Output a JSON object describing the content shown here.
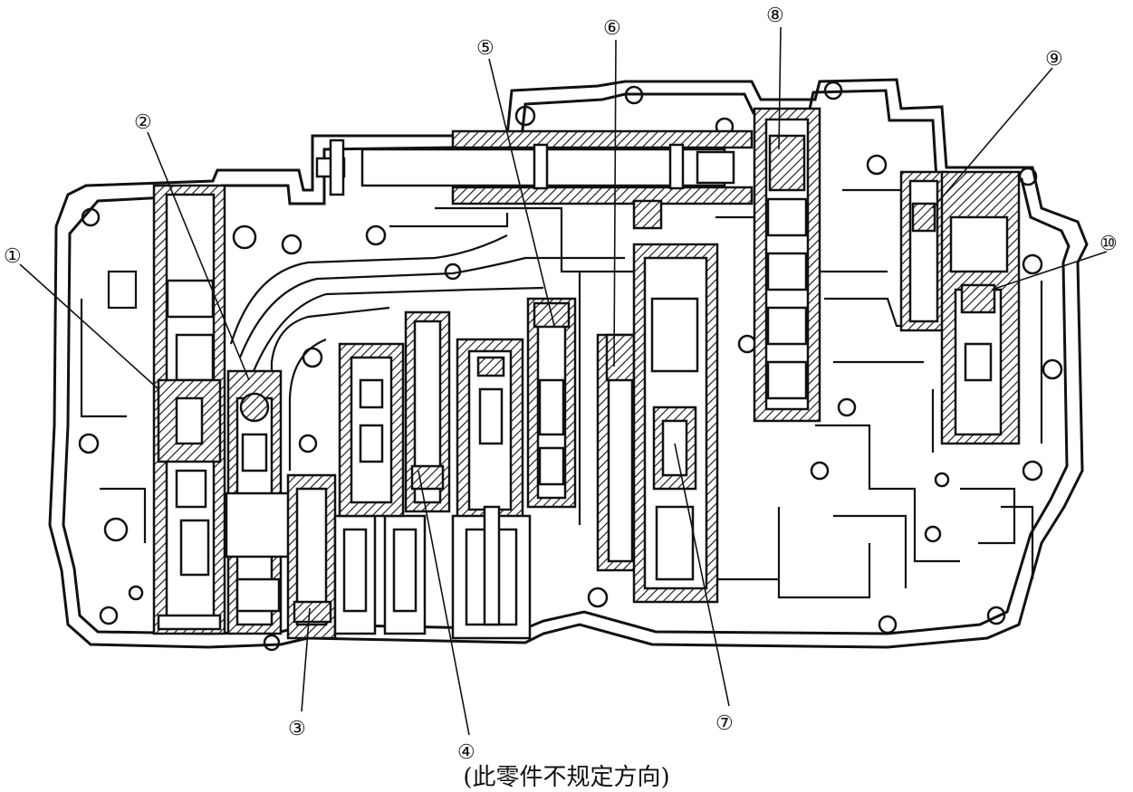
{
  "caption": "(此零件不规定方向)",
  "callouts": [
    {
      "id": 1,
      "label": "①"
    },
    {
      "id": 2,
      "label": "②"
    },
    {
      "id": 3,
      "label": "③"
    },
    {
      "id": 4,
      "label": "④"
    },
    {
      "id": 5,
      "label": "⑤"
    },
    {
      "id": 6,
      "label": "⑥"
    },
    {
      "id": 7,
      "label": "⑦"
    },
    {
      "id": 8,
      "label": "⑧"
    },
    {
      "id": 9,
      "label": "⑨"
    },
    {
      "id": 10,
      "label": "⑩"
    }
  ]
}
